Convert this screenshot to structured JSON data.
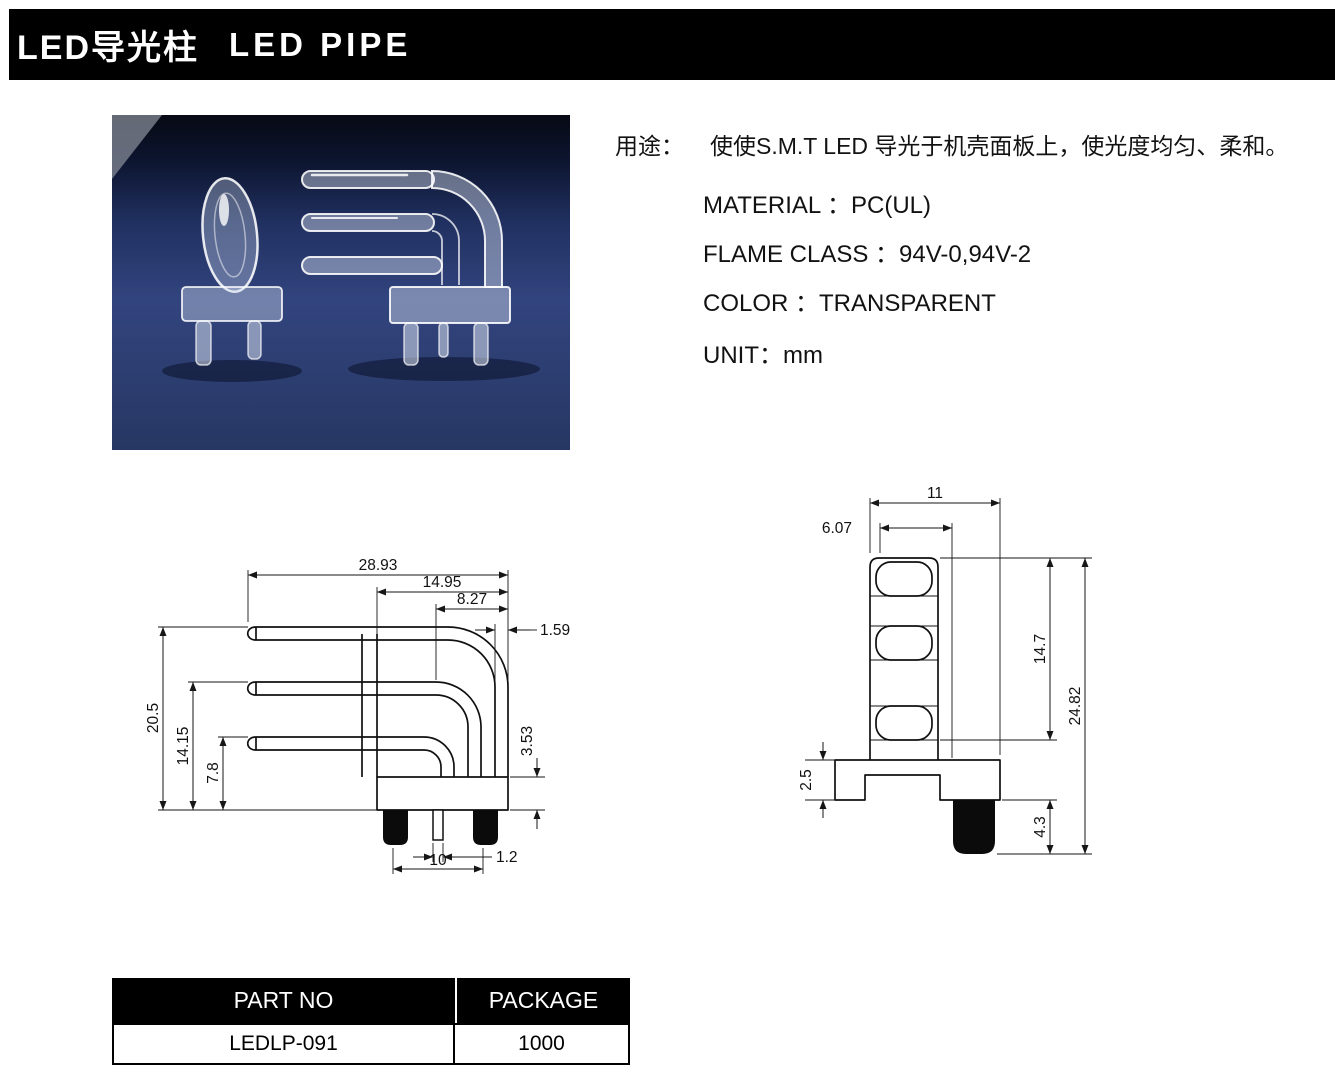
{
  "header": {
    "title_cn": "LED导光柱",
    "title_en": "LED PIPE"
  },
  "photo": {
    "alt": "Two transparent LED light pipes standing on a blue surface"
  },
  "specs": {
    "usage_label": "用途：",
    "usage_text": "使使S.M.T LED 导光于机壳面板上，使光度均匀、柔和。",
    "material": "MATERIAL ：PC(UL)",
    "flame_class": "FLAME CLASS ：94V-0,94V-2",
    "color": "COLOR ：TRANSPARENT",
    "unit": "UNIT：mm"
  },
  "drawings": {
    "side_view": {
      "total_width": "28.93",
      "base_width": "14.95",
      "bend_width": "8.27",
      "pipe_wall": "1.59",
      "height_top_pipe": "20.5",
      "height_mid_pipe": "14.15",
      "height_bottom_pipe": "7.8",
      "base_height": "3.53",
      "center_pin_width": "1.2",
      "pin_pitch": "10"
    },
    "front_view": {
      "total_width": "11",
      "pipe_width": "6.07",
      "pipe_section_height": "14.7",
      "total_height": "24.82",
      "flange_lip": "2.5",
      "base_height": "4.3"
    }
  },
  "table": {
    "headers": [
      "PART NO",
      "PACKAGE"
    ],
    "rows": [
      [
        "LEDLP-091",
        "1000"
      ]
    ]
  },
  "colors": {
    "header_bg": "#000000",
    "header_text": "#ffffff",
    "photo_background": "#32447e",
    "drawing_line": "#111111",
    "pin_black": "#0b0b0b"
  }
}
